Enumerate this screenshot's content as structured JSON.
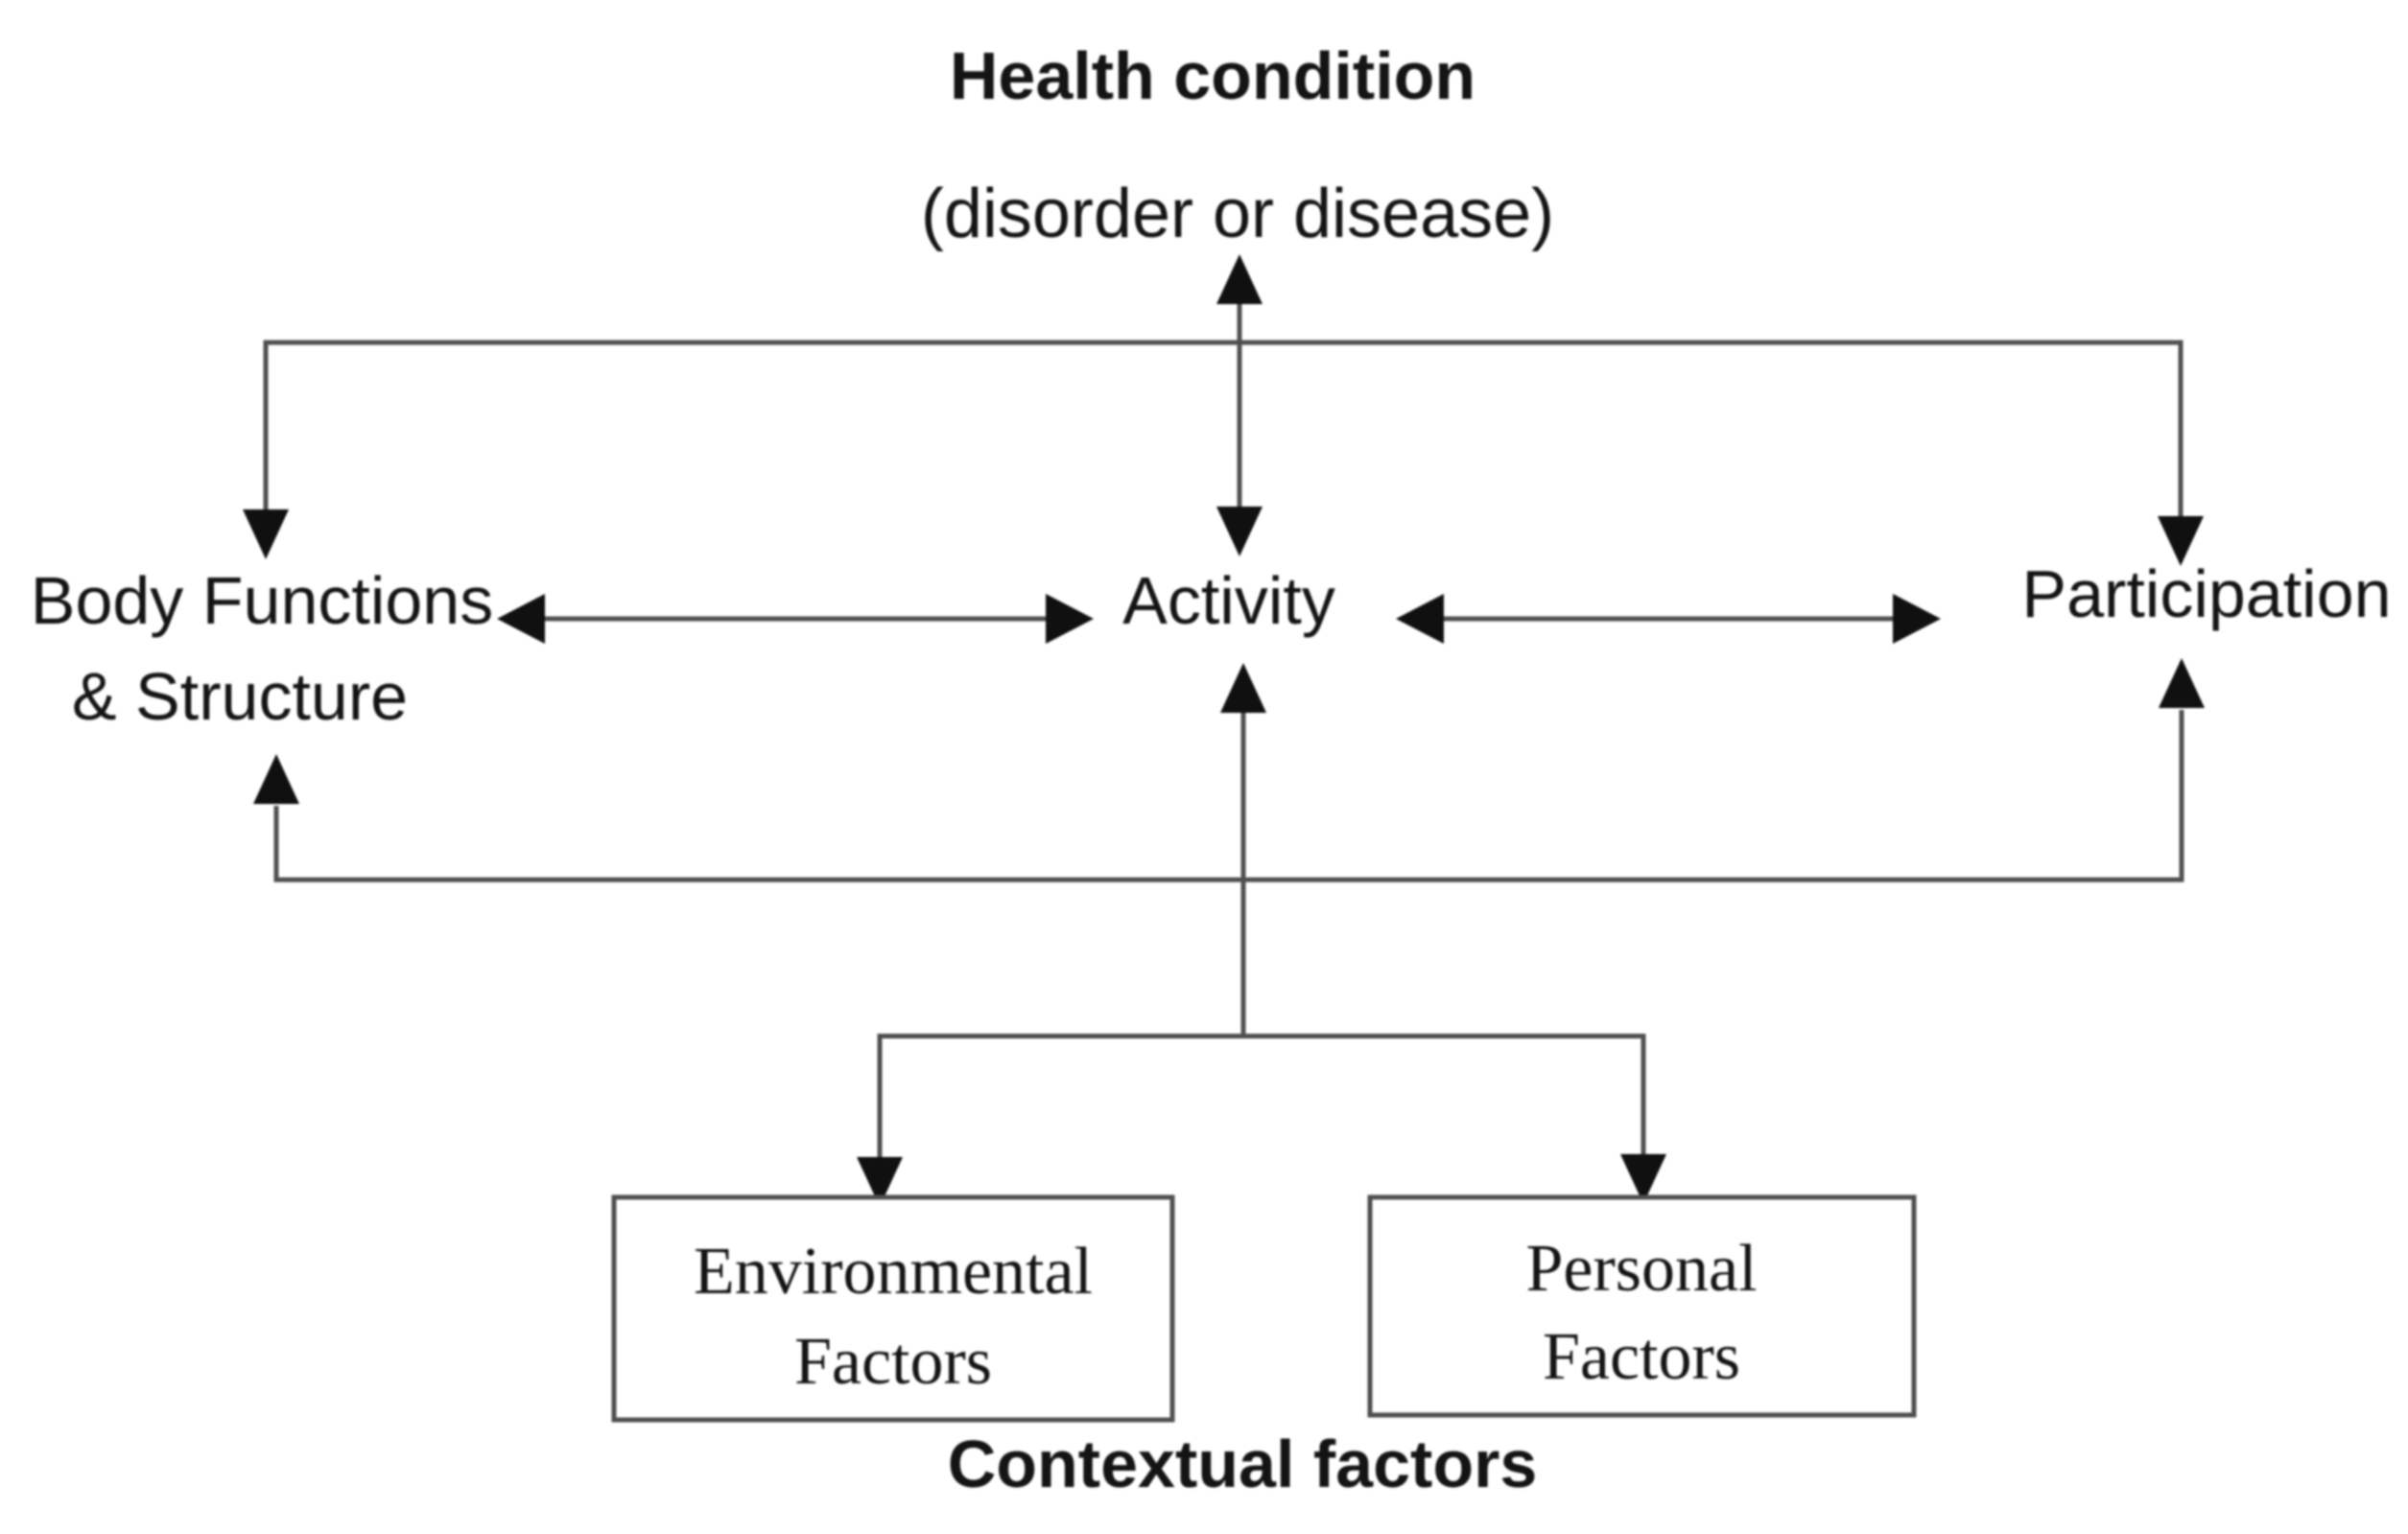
{
  "diagram": {
    "title": "Health condition",
    "subtitle": "(disorder or disease)",
    "left_node": {
      "line1": "Body Functions",
      "line2": "& Structure"
    },
    "center_node": {
      "label": "Activity"
    },
    "right_node": {
      "label": "Participation"
    },
    "boxes": {
      "environmental": {
        "line1": "Environmental",
        "line2": "Factors"
      },
      "personal": {
        "line1": "Personal",
        "line2": "Factors"
      }
    },
    "footer": "Contextual factors",
    "colors": {
      "background": "#ffffff",
      "line": "#4f4f4f",
      "arrow": "#101010",
      "text": "#141414"
    }
  }
}
